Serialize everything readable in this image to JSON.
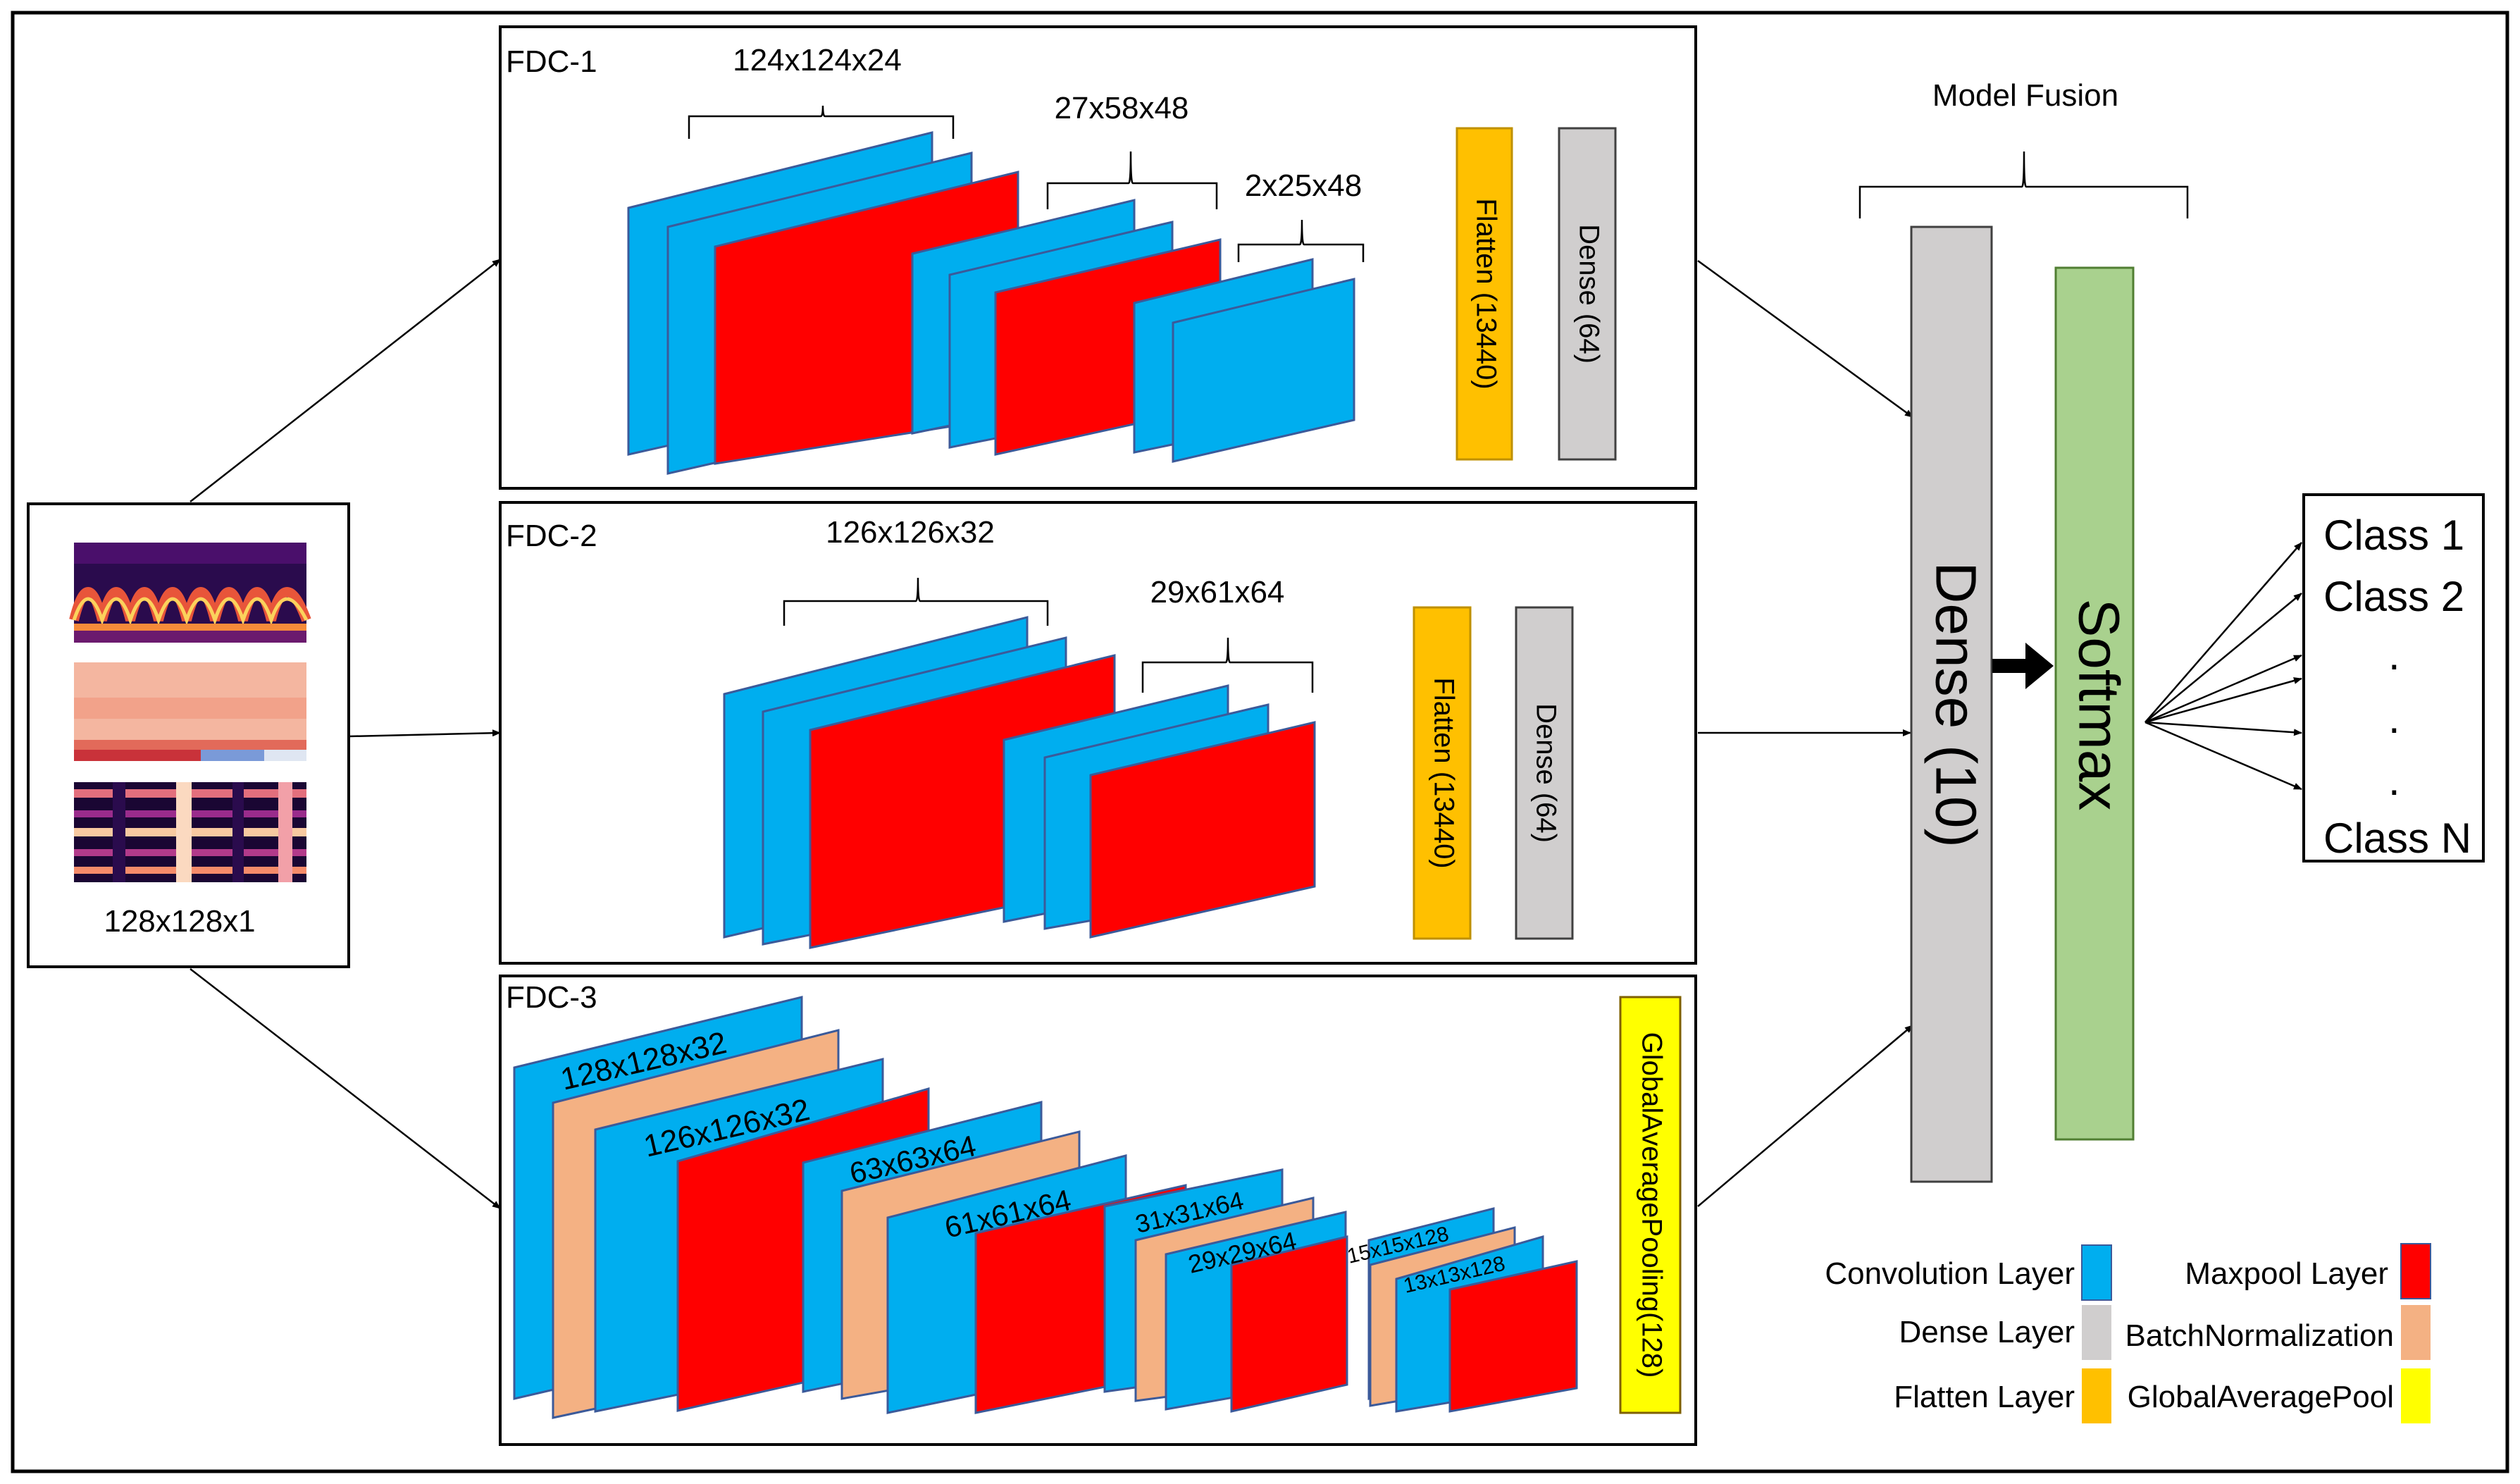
{
  "input": {
    "size_label": "128x128x1"
  },
  "fdc1": {
    "title": "FDC-1",
    "dims": [
      "124x124x24",
      "27x58x48",
      "2x25x48"
    ],
    "flatten_label": "Flatten (13440)",
    "dense_label": "Dense (64)"
  },
  "fdc2": {
    "title": "FDC-2",
    "dims": [
      "126x126x32",
      "29x61x64"
    ],
    "flatten_label": "Flatten (13440)",
    "dense_label": "Dense (64)"
  },
  "fdc3": {
    "title": "FDC-3",
    "layer_labels": [
      "128x128x32",
      "126x126x32",
      "63x63x64",
      "61x61x64",
      "31x31x64",
      "29x29x64",
      "15x15x128",
      "13x13x128"
    ],
    "gap_label": "GlobalAveragePooling(128)"
  },
  "fusion": {
    "title": "Model Fusion",
    "dense_label": "Dense (10)",
    "softmax_label": "Softmax"
  },
  "classes": {
    "items": [
      "Class 1",
      "Class 2",
      ".",
      ".",
      ".",
      "Class N"
    ]
  },
  "legend": {
    "items": [
      {
        "label": "Convolution Layer",
        "color": "#00aeef"
      },
      {
        "label": "Maxpool Layer",
        "color": "#ff0000"
      },
      {
        "label": "Dense Layer",
        "color": "#d0cece"
      },
      {
        "label": "BatchNormalization",
        "color": "#f4b183"
      },
      {
        "label": "Flatten Layer",
        "color": "#ffc000"
      },
      {
        "label": "GlobalAveragePool",
        "color": "#ffff00"
      }
    ]
  }
}
